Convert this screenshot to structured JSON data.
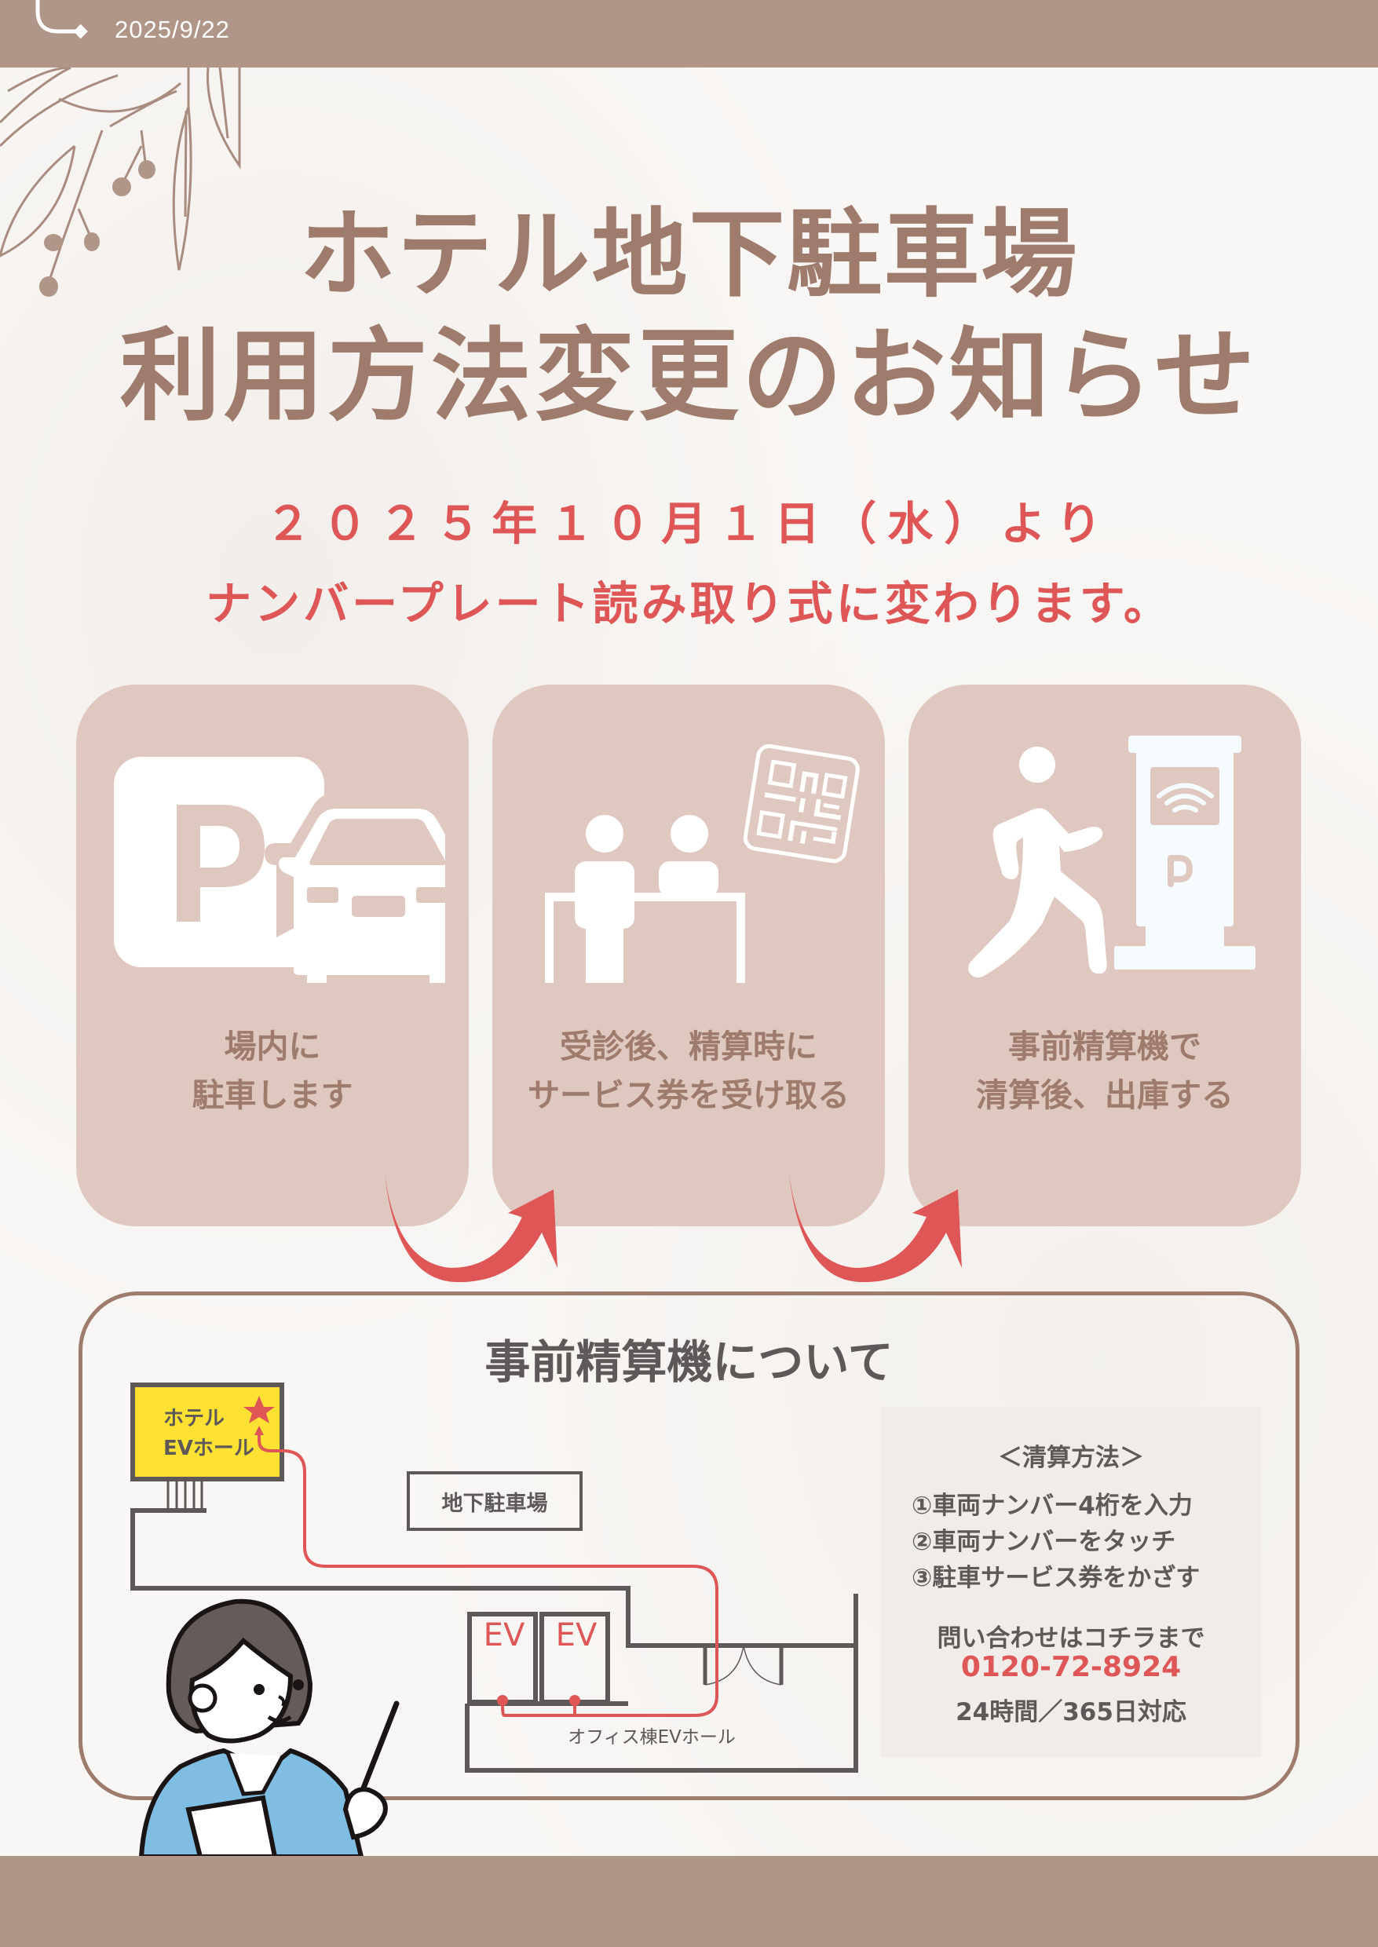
{
  "header": {
    "date": "2025/9/22"
  },
  "title": {
    "line1": "ホテル地下駐車場",
    "line2": "利用方法変更のお知らせ"
  },
  "notice": {
    "line1": "２０２５年１０月１日（水）より",
    "line2": "ナンバープレート読み取り式に変わります。"
  },
  "steps": [
    {
      "icon": "parking-car-icon",
      "line1": "場内に",
      "line2": "駐車します"
    },
    {
      "icon": "reception-qr-icon",
      "line1": "受診後、精算時に",
      "line2": "サービス券を受け取る"
    },
    {
      "icon": "walk-to-pay-machine-icon",
      "line1": "事前精算機で",
      "line2": "清算後、出庫する"
    }
  ],
  "info": {
    "title": "事前精算機について",
    "map": {
      "hotel_ev_line1": "ホテル",
      "hotel_ev_line2": "EVホール",
      "parking_label": "地下駐車場",
      "ev1": "EV",
      "ev2": "EV",
      "office_ev_hall": "オフィス棟EVホール"
    },
    "payment": {
      "heading": "＜清算方法＞",
      "step1": "①車両ナンバー4桁を入力",
      "step2": "②車両ナンバーをタッチ",
      "step3": "③駐車サービス券をかざす",
      "contact": "問い合わせはコチラまで",
      "phone": "0120-72-8924",
      "hours": "24時間／365日対応"
    }
  },
  "colors": {
    "bar": "#b09589",
    "title": "#9e7b6c",
    "accent_red": "#df5656",
    "card": "#dfc8c0",
    "text_gray": "#5e5858",
    "highlight_yellow": "#fde233",
    "panel": "#f1ecea"
  }
}
